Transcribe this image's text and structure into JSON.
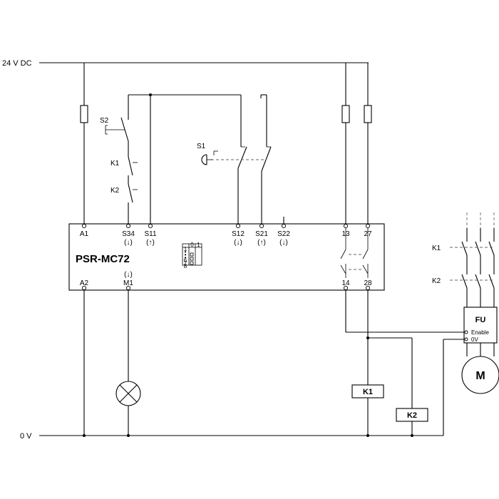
{
  "rails": {
    "top": "24 V DC",
    "bottom": "0 V"
  },
  "module": {
    "name": "PSR-MC72",
    "top_terminals": [
      "A1",
      "S34",
      "S11",
      "S12",
      "S21",
      "S22",
      "13",
      "27"
    ],
    "top_subs": {
      "S34": "(↓)",
      "S11": "(↑)",
      "S12": "(↓)",
      "S21": "(↑)",
      "S22": "(↓)"
    },
    "bottom_terminals": [
      "A2",
      "M1",
      "14",
      "28"
    ],
    "m1_sub": "(↓)",
    "switch_table": {
      "col_0": "0",
      "col_1": "1",
      "rows": [
        "1",
        "•",
        "•",
        "•",
        "6",
        "7",
        "8"
      ]
    }
  },
  "devices": {
    "s1": "S1",
    "s2": "S2",
    "k1": "K1",
    "k2": "K2"
  },
  "fu": {
    "title": "FU",
    "enable": "Enable",
    "zero_v": "0V"
  },
  "motor": {
    "label": "M"
  },
  "coils": {
    "k1": "K1",
    "k2": "K2"
  },
  "contactor_labels": {
    "k1": "K1",
    "k2": "K2"
  }
}
